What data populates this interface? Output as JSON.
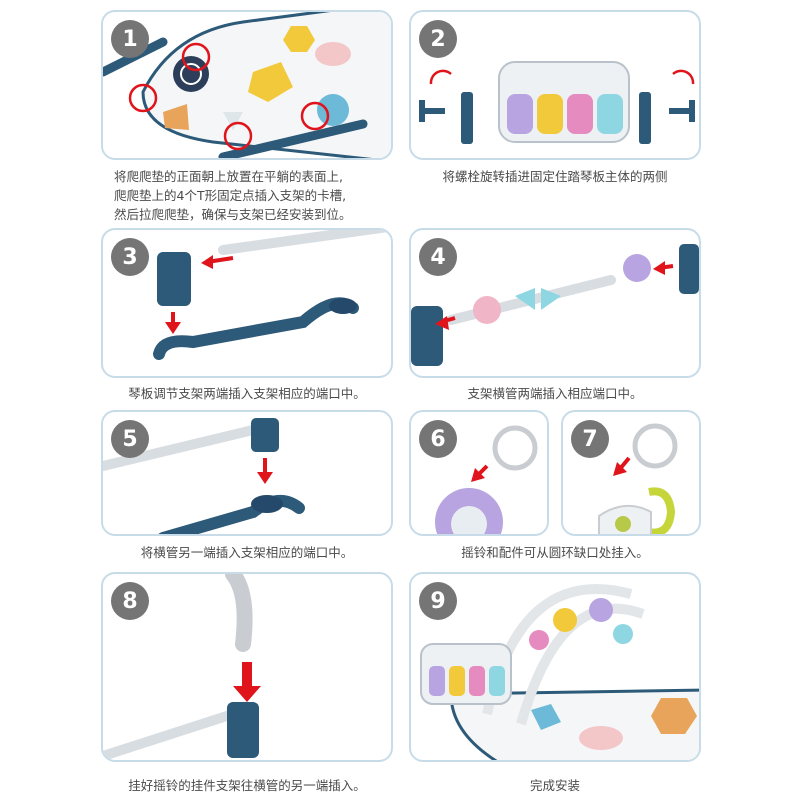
{
  "steps": [
    {
      "num": "1",
      "lines": [
        "将爬爬垫的正面朝上放置在平躺的表面上,",
        "爬爬垫上的4个T形固定点插入支架的卡槽,",
        "然后拉爬爬垫，确保与支架已经安装到位。"
      ]
    },
    {
      "num": "2",
      "lines": [
        "将螺栓旋转插进固定住踏琴板主体的两侧"
      ]
    },
    {
      "num": "3",
      "lines": [
        "琴板调节支架两端插入支架相应的端口中。"
      ]
    },
    {
      "num": "4",
      "lines": [
        "支架横管两端插入相应端口中。"
      ]
    },
    {
      "num": "5",
      "lines": [
        "将横管另一端插入支架相应的端口中。"
      ]
    },
    {
      "num": "6",
      "lines": []
    },
    {
      "num": "7",
      "lines": []
    },
    {
      "num": "8",
      "lines": [
        "挂好摇铃的挂件支架往横管的另一端插入。"
      ]
    },
    {
      "num": "9",
      "lines": [
        "完成安装"
      ]
    }
  ],
  "shared_caption_6_7": "摇铃和配件可从圆环缺口处挂入。",
  "colors": {
    "frame_blue": "#2d5a78",
    "panel_border": "#c7dce8",
    "badge_gray": "#757575",
    "arrow_red": "#e0141b",
    "key_purple": "#b7a4e0",
    "key_yellow": "#f2c93a",
    "key_pink": "#e58bbf",
    "key_cyan": "#8fd6e3"
  }
}
